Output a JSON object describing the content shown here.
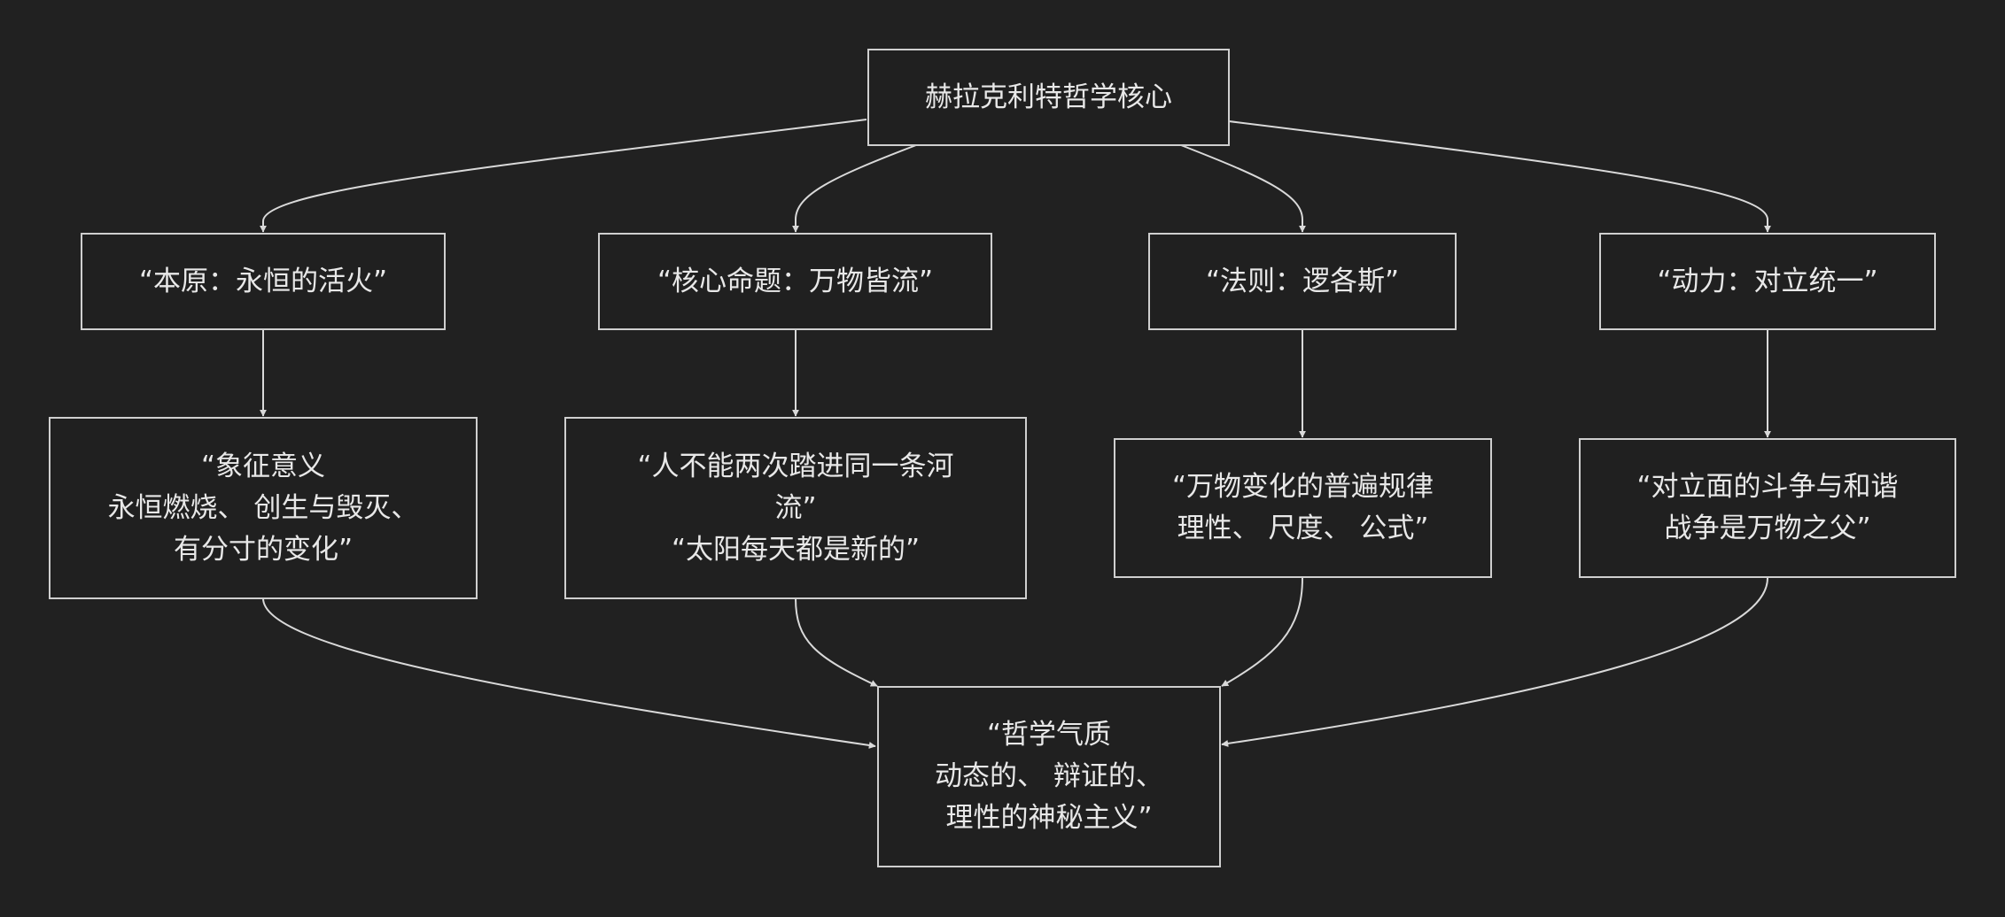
{
  "diagram": {
    "root": {
      "label": "赫拉克利特哲学核心"
    },
    "branches": [
      {
        "title": "“本原：永恒的活火”",
        "detail": [
          "“象征意义",
          "永恒燃烧、 创生与毁灭、",
          "有分寸的变化”"
        ]
      },
      {
        "title": "“核心命题：万物皆流”",
        "detail": [
          "“人不能两次踏进同一条河",
          "流”",
          "“太阳每天都是新的”"
        ]
      },
      {
        "title": "“法则：逻各斯”",
        "detail": [
          "“万物变化的普遍规律",
          "理性、 尺度、 公式”"
        ]
      },
      {
        "title": "“动力：对立统一”",
        "detail": [
          "“对立面的斗争与和谐",
          "战争是万物之父”"
        ]
      }
    ],
    "conclusion": {
      "lines": [
        "“哲学气质",
        "动态的、 辩证的、",
        "理性的神秘主义”"
      ]
    }
  },
  "colors": {
    "background": "#212121",
    "node_border": "#cfcfcf",
    "text": "#e8e8e8",
    "edge": "#d9d9d9"
  }
}
